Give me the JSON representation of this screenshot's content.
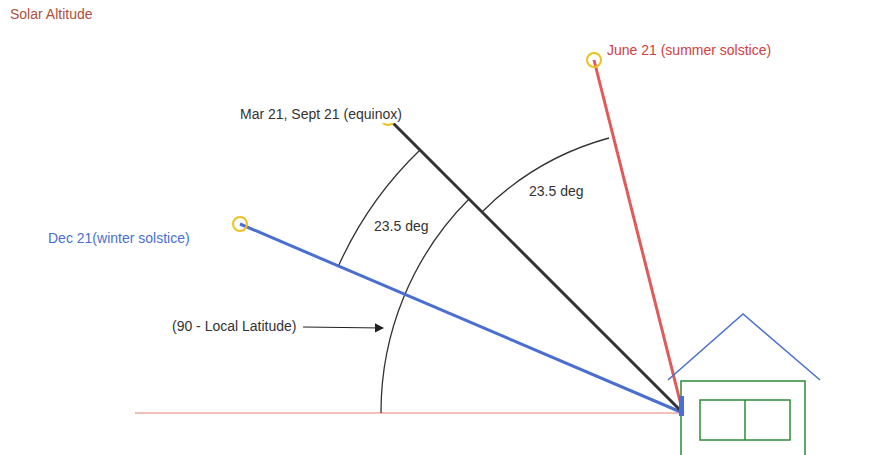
{
  "diagram": {
    "title": "Solar Altitude",
    "labels": [
      "June 21 (summer solstice)",
      "Mar 21, Sept 21 (equinox)",
      "23.5 deg",
      "23.5 deg",
      "Dec 21(winter solstice)",
      "(90 - Local Latitude)"
    ]
  }
}
